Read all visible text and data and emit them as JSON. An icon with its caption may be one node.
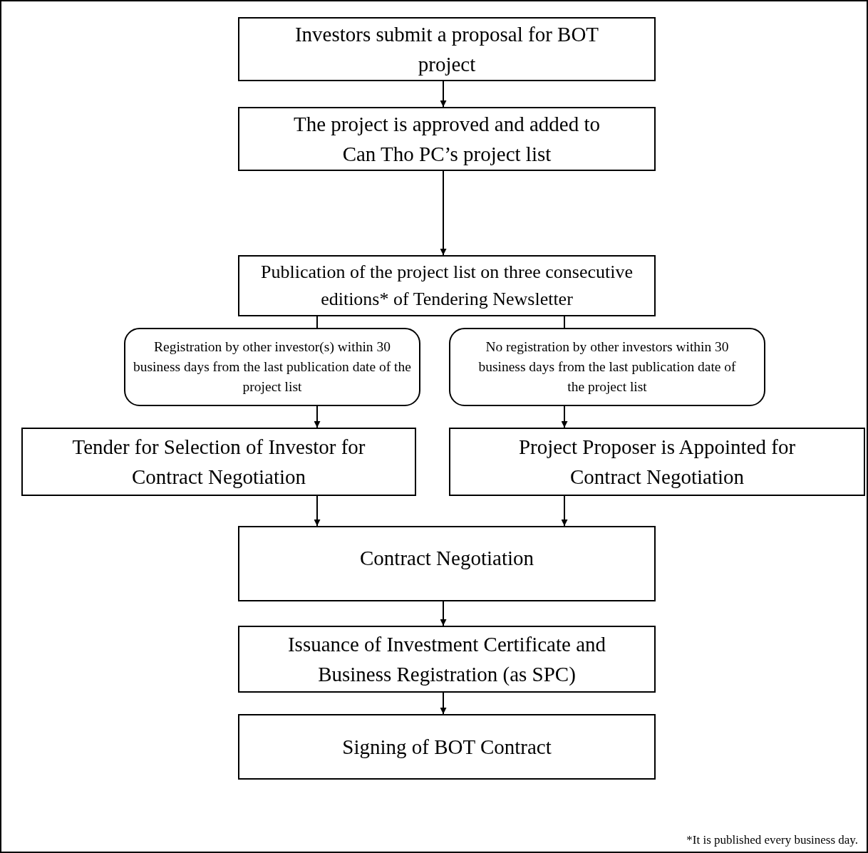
{
  "diagram": {
    "nodes": [
      {
        "text": [
          "Investors submit a proposal for BOT project"
        ]
      },
      {
        "text": [
          "The project is approved and added to Can Tho PC’s project list"
        ]
      },
      {
        "text": [
          "Publication of the project list on three consecutive editions* of Tendering Newsletter"
        ]
      },
      {
        "text": [
          "Registration by other investor(s) within 30 business days from the last publication date of the project list"
        ]
      },
      {
        "text": [
          "No registration by other investors within 30 business days from the last publication date of the project list"
        ]
      },
      {
        "text": [
          "Tender for Selection of Investor for Contract Negotiation"
        ]
      },
      {
        "text": [
          "Project Proposer is Appointed for Contract Negotiation"
        ]
      },
      {
        "text": [
          "Contract Negotiation"
        ]
      },
      {
        "text": [
          "Issuance of Investment Certificate and Business Registration (as SPC)"
        ]
      },
      {
        "text": [
          "Signing of BOT Contract"
        ]
      }
    ],
    "edges": [
      {
        "from": 0,
        "to": 1,
        "arrow": "to"
      },
      {
        "from": 1,
        "to": 2,
        "arrow": "to"
      },
      {
        "from": 2,
        "to": 3,
        "arrow": "none"
      },
      {
        "from": 3,
        "to": 5,
        "arrow": "to"
      },
      {
        "from": 2,
        "to": 4,
        "arrow": "none"
      },
      {
        "from": 4,
        "to": 6,
        "arrow": "to"
      },
      {
        "from": 5,
        "to": 7,
        "arrow": "to"
      },
      {
        "from": 6,
        "to": 7,
        "arrow": "to"
      },
      {
        "from": 7,
        "to": 8,
        "arrow": "to"
      },
      {
        "from": 8,
        "to": 9,
        "arrow": "to"
      }
    ],
    "labels": [
      "*It is published every business day."
    ]
  }
}
